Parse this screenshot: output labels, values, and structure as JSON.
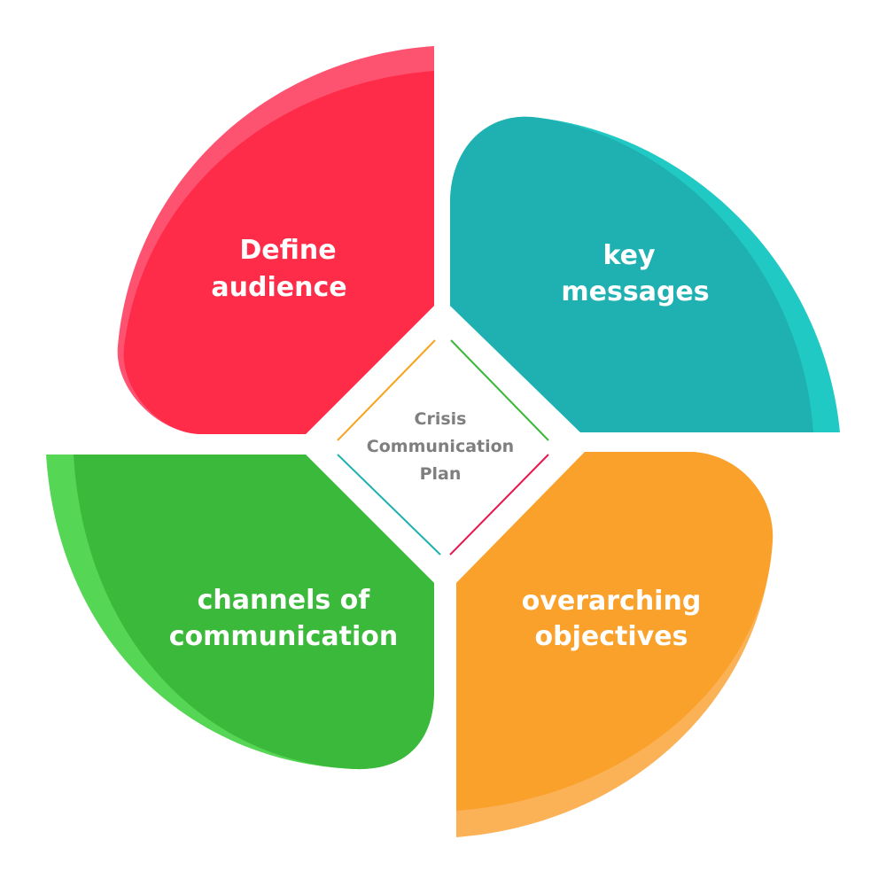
{
  "center": {
    "lines": [
      "Crisis",
      "Communication",
      "Plan"
    ],
    "text_color": "#7f7f7f"
  },
  "segments": [
    {
      "id": "define-audience",
      "lines": [
        "Define",
        "audience"
      ],
      "color": "#fe2b49",
      "rim_color": "#fe5271",
      "border_line_color": "#f7a31c"
    },
    {
      "id": "key-messages",
      "lines": [
        "key",
        "messages"
      ],
      "color": "#1fb1b1",
      "rim_color": "#21c9c4",
      "border_line_color": "#3bb93a"
    },
    {
      "id": "channels-of-communication",
      "lines": [
        "channels of",
        "communication"
      ],
      "color": "#3bb93a",
      "rim_color": "#55d655",
      "border_line_color": "#1fb1b1"
    },
    {
      "id": "overarching-objectives",
      "lines": [
        "overarching",
        "objectives"
      ],
      "color": "#f9a12a",
      "rim_color": "#fbb257",
      "border_line_color": "#e8174d"
    }
  ]
}
